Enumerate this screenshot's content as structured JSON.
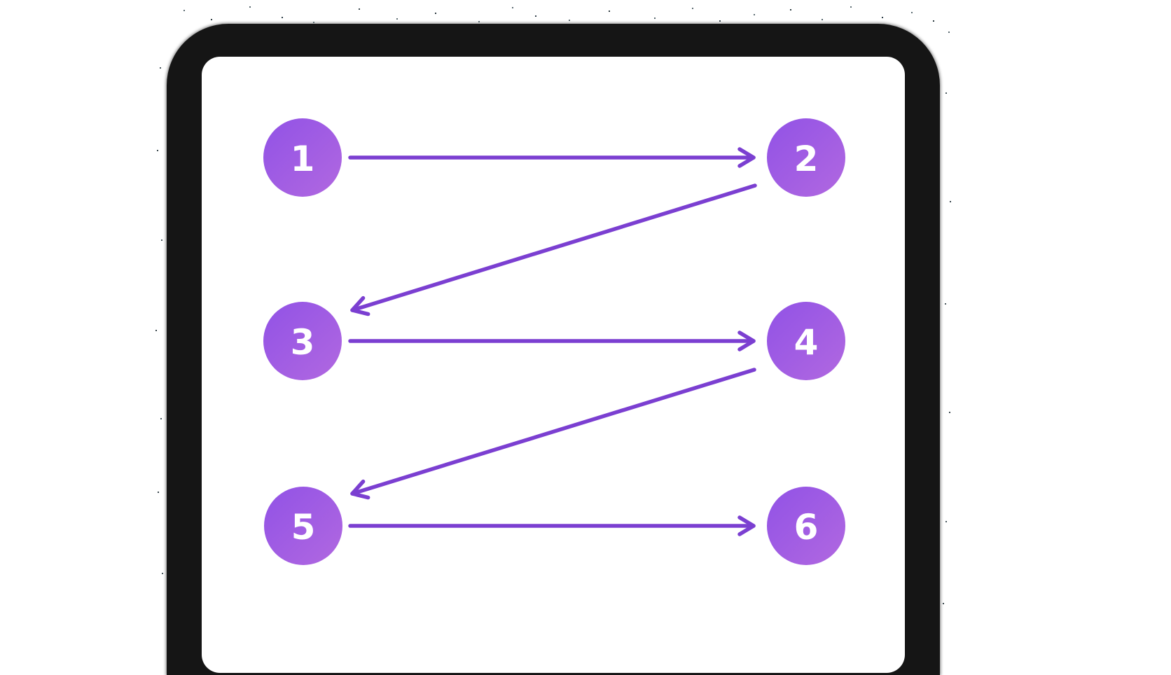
{
  "diagram": {
    "description": "zigzag-step-flow",
    "nodes": [
      {
        "id": "1",
        "label": "1"
      },
      {
        "id": "2",
        "label": "2"
      },
      {
        "id": "3",
        "label": "3"
      },
      {
        "id": "4",
        "label": "4"
      },
      {
        "id": "5",
        "label": "5"
      },
      {
        "id": "6",
        "label": "6"
      }
    ],
    "arrows": [
      {
        "from": "1",
        "to": "2"
      },
      {
        "from": "2",
        "to": "3"
      },
      {
        "from": "3",
        "to": "4"
      },
      {
        "from": "4",
        "to": "5"
      },
      {
        "from": "5",
        "to": "6"
      }
    ]
  },
  "theme": {
    "page_background": "#ffffff",
    "card_background": "#ffffff",
    "card_shadow_color": "#151515",
    "arrow_color": "#7b3fd1",
    "node_gradient_start": "#9152e6",
    "node_gradient_end": "#b168e0",
    "node_label_color": "#ffffff"
  }
}
